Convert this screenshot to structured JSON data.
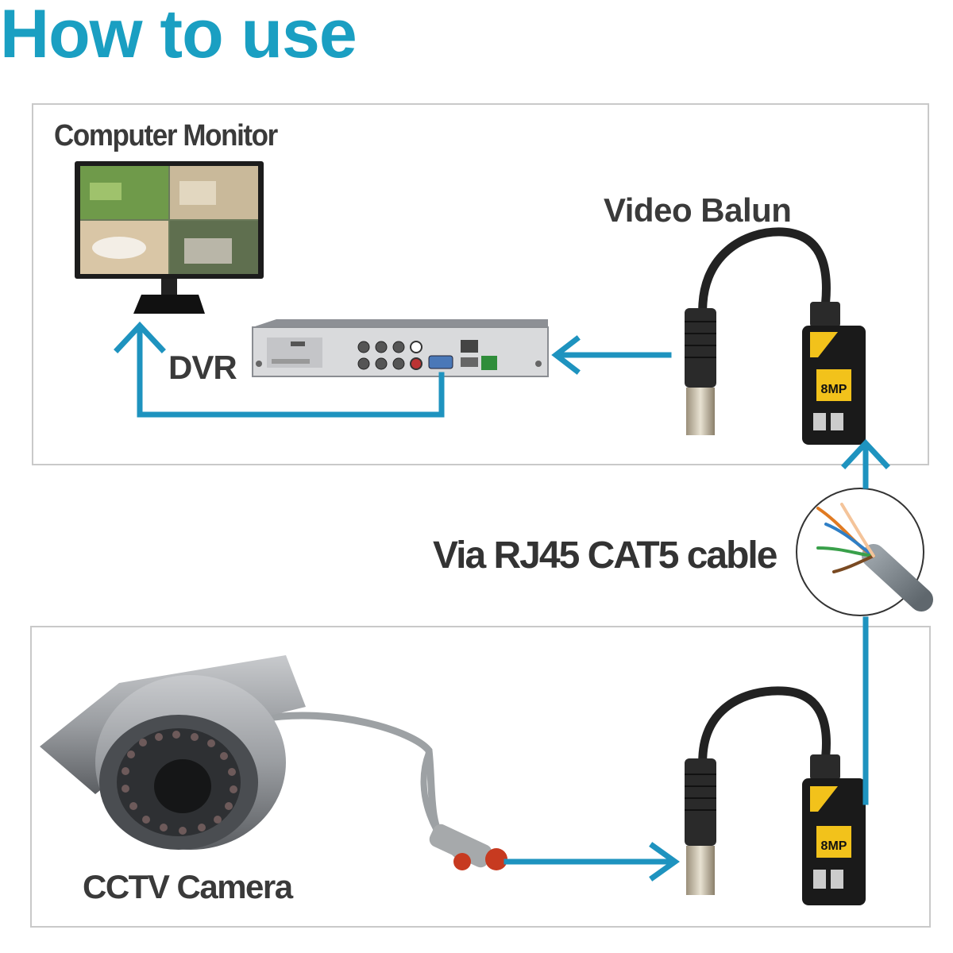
{
  "title": "How to use",
  "labels": {
    "computer_monitor": "Computer Monitor",
    "dvr": "DVR",
    "video_balun": "Video Balun",
    "cable": "Via RJ45 CAT5 cable",
    "cctv_camera": "CCTV Camera",
    "balun_badge": "8MP"
  },
  "colors": {
    "title": "#1a9fc2",
    "arrow": "#1e93bf",
    "panel_border": "#c9c9c9",
    "label_text": "#3a3a3a",
    "balun_accent": "#f2c21b"
  }
}
